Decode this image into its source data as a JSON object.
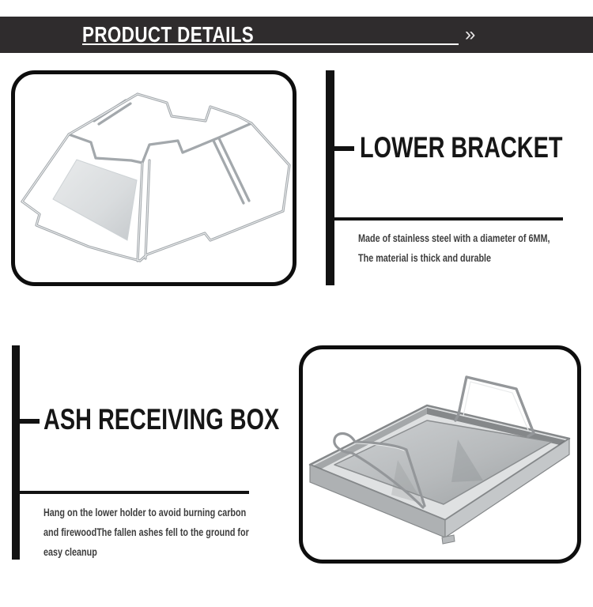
{
  "header": {
    "title": "PRODUCT DETAILS",
    "chevron": "»"
  },
  "sections": [
    {
      "heading": "LOWER BRACKET",
      "lines": [
        "Made of stainless steel with a diameter of 6MM,",
        "The material is thick and durable"
      ]
    },
    {
      "heading": "ASH RECEIVING BOX",
      "lines": [
        "Hang on the lower holder to avoid burning carbon",
        "and firewoodThe fallen ashes fell to the ground for",
        "easy cleanup"
      ]
    }
  ],
  "colors": {
    "banner_bg": "#2f2c2d",
    "banner_text": "#ffffff",
    "heading_text": "#161616",
    "body_text": "#3d3d3d",
    "accent_black": "#121212",
    "card_border": "#0e0e0e",
    "steel_light": "#eceeef",
    "steel_mid": "#a3a8ac",
    "steel_dark": "#85888a"
  }
}
